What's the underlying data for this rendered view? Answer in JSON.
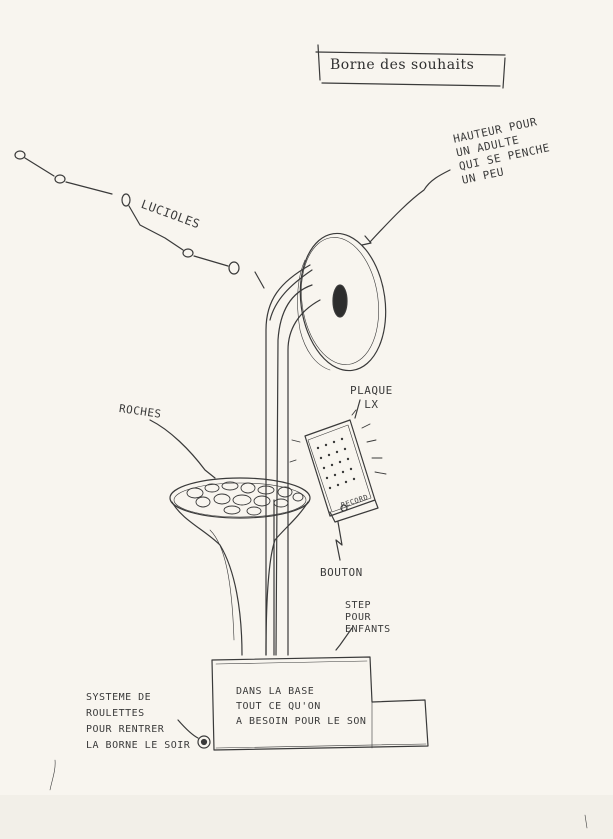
{
  "title": "Borne des souhaits",
  "annotations": {
    "height_note": "HAUTEUR POUR\nUN ADULTE\nQUI SE PENCHE\nUN PEU",
    "fireflies": "LUCIOLES",
    "rocks": "ROCHES",
    "plate": "PLAQUE\nLX",
    "record": "RECORD",
    "button": "BOUTON",
    "step": "STEP\nPOUR\nENFANTS",
    "base": "DANS LA BASE\nTOUT CE QU'ON\nA BESOIN POUR LE SON",
    "wheels": "SYSTEME DE\nROULETTES\nPOUR RENTRER\nLA BORNE LE SOIR"
  },
  "colors": {
    "paper": "#f8f5ef",
    "pencil": "#3a3a3a"
  }
}
